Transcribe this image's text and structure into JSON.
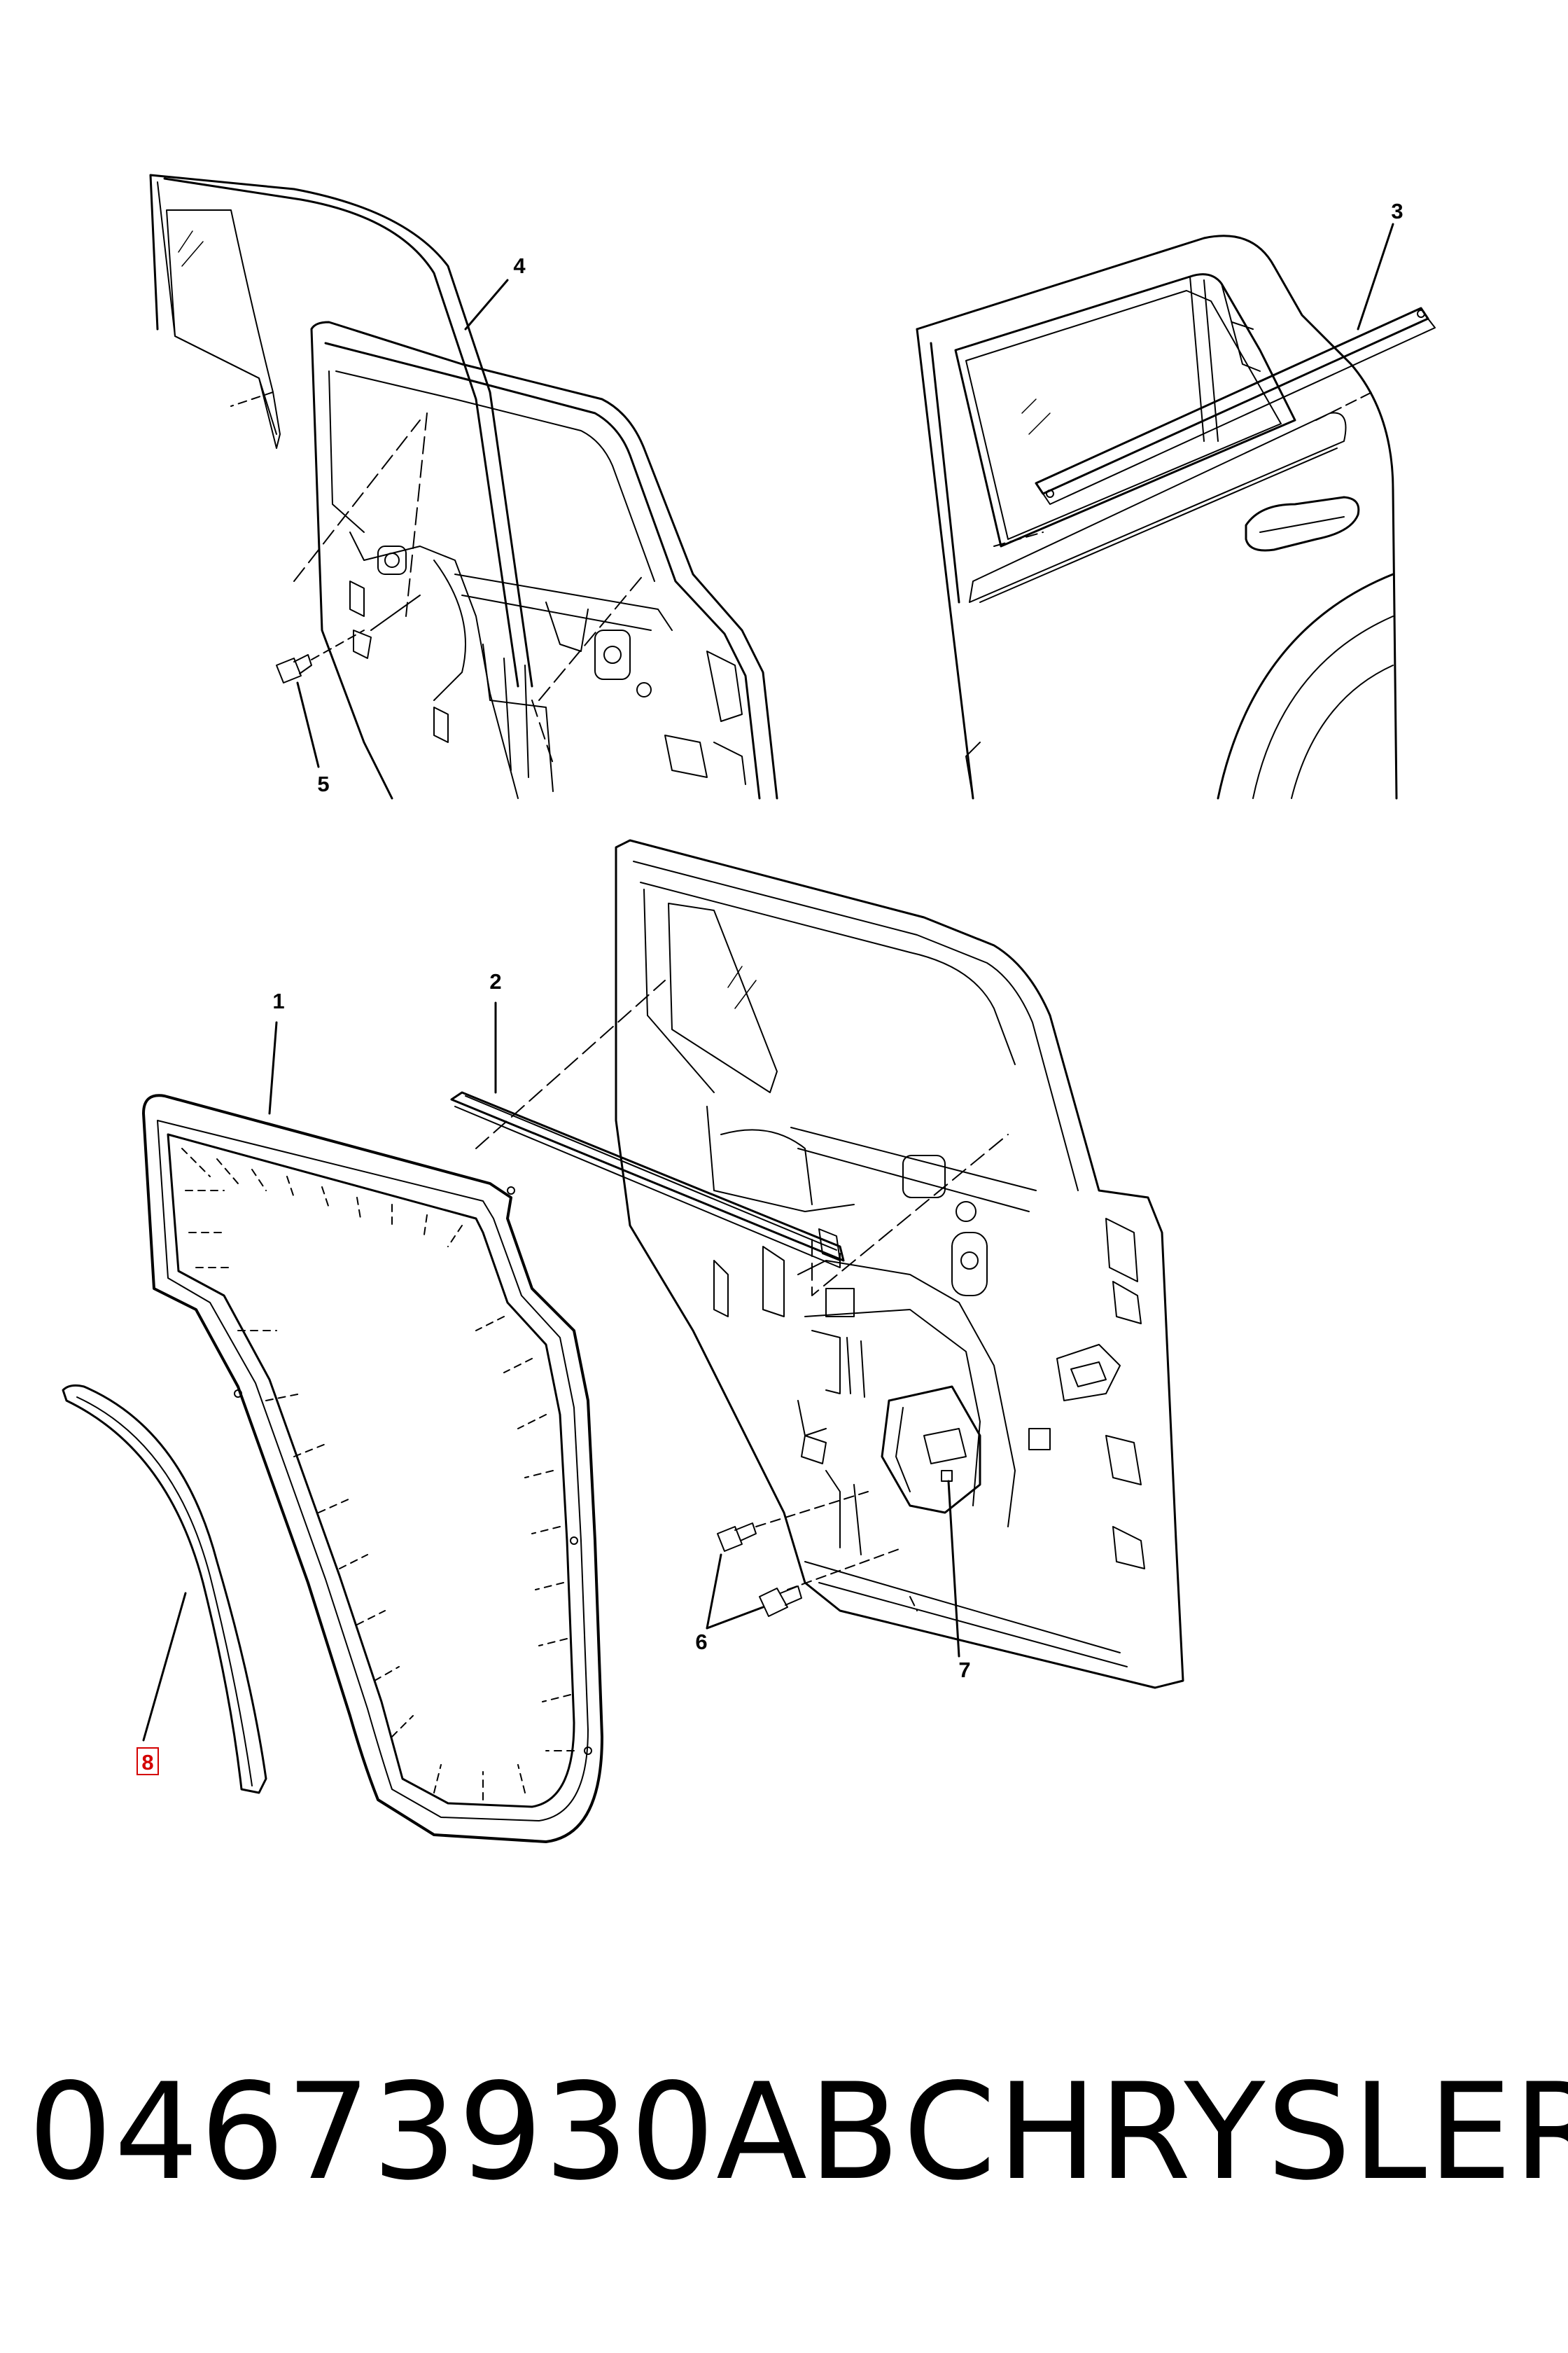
{
  "callouts": {
    "c1": "1",
    "c2": "2",
    "c3": "3",
    "c4": "4",
    "c5": "5",
    "c6": "6",
    "c7": "7",
    "c8": "8"
  },
  "footer": {
    "part_number": "04673930AB",
    "brand": "CHRYSLER"
  }
}
